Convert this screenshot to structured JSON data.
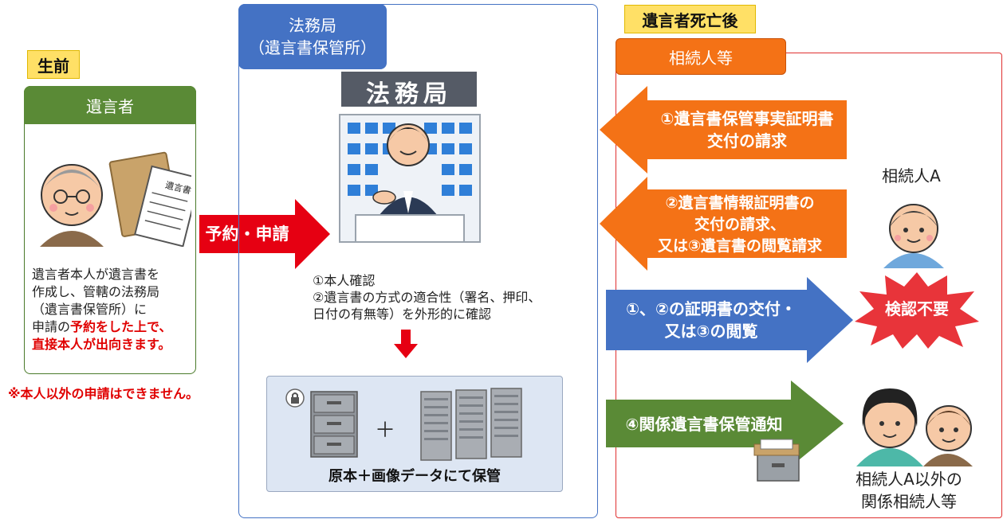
{
  "left": {
    "tag": "生前",
    "panel_title": "遺言者",
    "doc_label": "遺言書",
    "desc_line1": "遺言者本人が遺言書を",
    "desc_line2": "作成し、管轄の法務局",
    "desc_line3": "（遺言書保管所）に",
    "desc_line4a": "申請の",
    "desc_line4b": "予約をした上で、",
    "desc_line5": "直接本人が出向きます。",
    "note": "※本人以外の申請はできません。"
  },
  "arrow_apply": "予約・申請",
  "center": {
    "title_line1": "法務局",
    "title_line2": "（遺言書保管所）",
    "sign": "法務局",
    "check_line1": "①本人確認",
    "check_line2": "②遺言書の方式の適合性（署名、押印、",
    "check_line3": "日付の有無等）を外形的に確認",
    "plus": "＋",
    "storage": "原本＋画像データにて保管"
  },
  "right": {
    "tag": "遺言者死亡後",
    "panel_title": "相続人等",
    "arrow1_line1": "①遺言書保管事実証明書",
    "arrow1_line2": "交付の請求",
    "arrow2_line1": "②遺言書情報証明書の",
    "arrow2_line2": "交付の請求、",
    "arrow2_line3": "又は③遺言書の閲覧請求",
    "arrow3_line1": "①、②の証明書の交付・",
    "arrow3_line2": "又は③の閲覧",
    "arrow4": "④関係遺言書保管通知",
    "heir_a": "相続人A",
    "burst": "検認不要",
    "others_line1": "相続人A以外の",
    "others_line2": "関係相続人等"
  },
  "colors": {
    "green": "#5a8a36",
    "blue": "#4472c4",
    "orange": "#f47216",
    "red": "#e60012",
    "yellow": "#ffe066"
  }
}
